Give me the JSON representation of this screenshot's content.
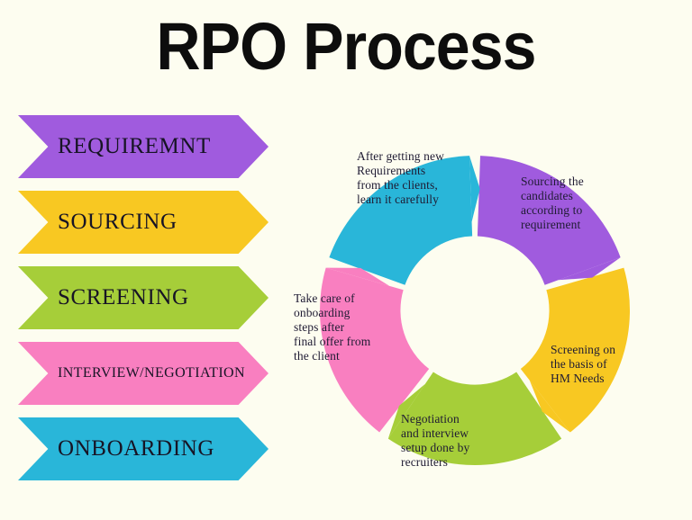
{
  "page": {
    "title": "RPO Process",
    "background_color": "#fdfdf0",
    "text_color": "#1f1b33"
  },
  "banners": [
    {
      "label": "REQUIREMNT",
      "color": "#a05bde",
      "size": "large"
    },
    {
      "label": "SOURCING",
      "color": "#f8c822",
      "size": "large"
    },
    {
      "label": "SCREENING",
      "color": "#a6ce39",
      "size": "large"
    },
    {
      "label": "INTERVIEW/NEGOTIATION",
      "color": "#f97fc0",
      "size": "small"
    },
    {
      "label": "ONBOARDING",
      "color": "#29b6d9",
      "size": "large"
    }
  ],
  "chart_data": {
    "type": "pie",
    "title": "RPO Process",
    "subtitle": "",
    "xlabel": "",
    "ylabel": "",
    "legend_position": "none",
    "grid": false,
    "donut": true,
    "inner_radius_ratio": 0.48,
    "start_angle_deg": -90,
    "gap_deg": 4,
    "chevron": true,
    "categories": [
      "Requirement",
      "Sourcing",
      "Screening",
      "Interview/Negotiation",
      "Onboarding"
    ],
    "values": [
      20,
      20,
      20,
      20,
      20
    ],
    "colors": [
      "#a05bde",
      "#f8c822",
      "#a6ce39",
      "#f97fc0",
      "#29b6d9"
    ],
    "labels": [
      "After getting new\nRequirements\nfrom the clients,\nlearn it carefully",
      "Sourcing the\ncandidates\naccording to\nrequirement",
      "Screening on\nthe basis of\nHM Needs",
      "Negotiation\nand interview\nsetup done by\nrecruiters",
      "Take care of\nonboarding\nsteps after\nfinal offer from\nthe client"
    ]
  }
}
